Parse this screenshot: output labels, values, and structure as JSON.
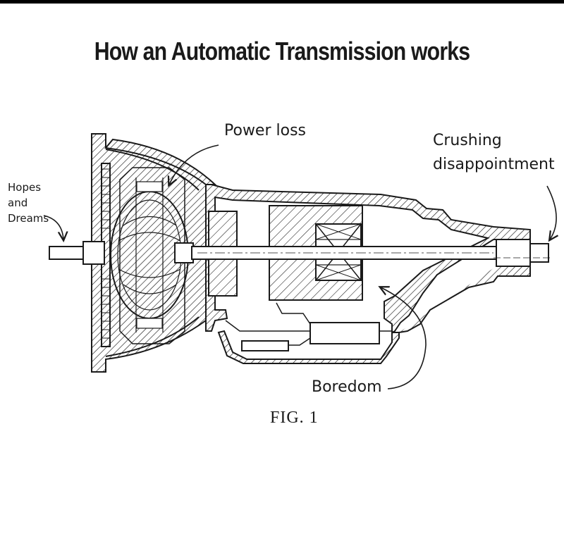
{
  "title": "How an Automatic Transmission works",
  "labels": {
    "power_loss": "Power loss",
    "crushing": "Crushing",
    "disappointment": "disappointment",
    "hopes": "Hopes",
    "and": "and",
    "dreams": "Dreams",
    "boredom": "Boredom"
  },
  "figure_caption": "FIG. 1",
  "colors": {
    "ink": "#1a1a1a",
    "background": "#ffffff",
    "frame": "#000000"
  }
}
